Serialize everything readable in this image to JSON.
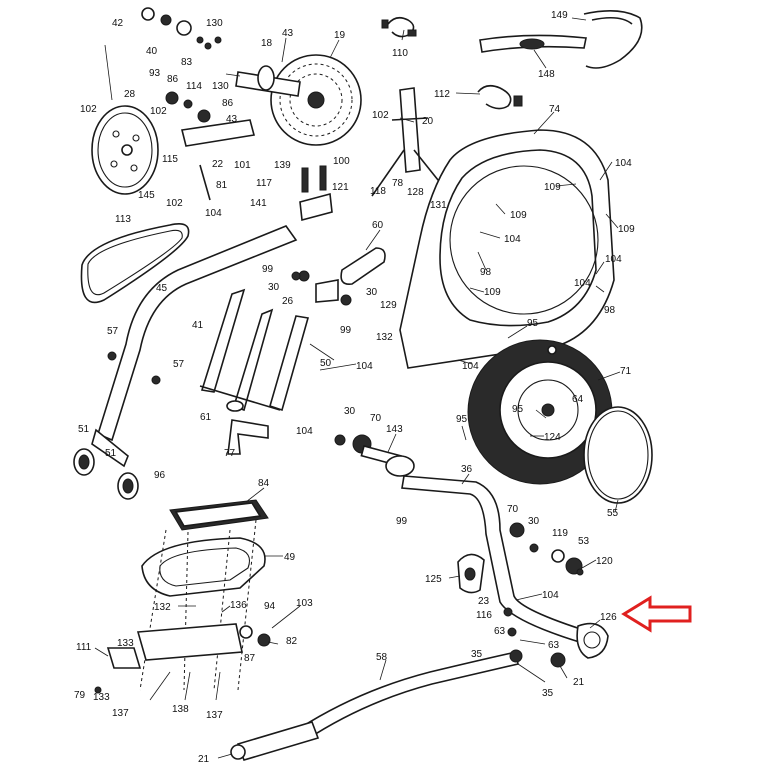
{
  "diagram": {
    "highlight_color": "#e0201f",
    "line_color": "#1a1a1a",
    "highlighted_part": "126",
    "labels": [
      {
        "id": "l42",
        "text": "42"
      },
      {
        "id": "l40",
        "text": "40"
      },
      {
        "id": "l130a",
        "text": "130"
      },
      {
        "id": "l83",
        "text": "83"
      },
      {
        "id": "l18",
        "text": "18"
      },
      {
        "id": "l43a",
        "text": "43"
      },
      {
        "id": "l19",
        "text": "19"
      },
      {
        "id": "l110",
        "text": "110"
      },
      {
        "id": "l149",
        "text": "149"
      },
      {
        "id": "l148",
        "text": "148"
      },
      {
        "id": "l93",
        "text": "93"
      },
      {
        "id": "l86a",
        "text": "86"
      },
      {
        "id": "l114",
        "text": "114"
      },
      {
        "id": "l130b",
        "text": "130"
      },
      {
        "id": "l102a",
        "text": "102"
      },
      {
        "id": "l28",
        "text": "28"
      },
      {
        "id": "l102b",
        "text": "102"
      },
      {
        "id": "l86b",
        "text": "86"
      },
      {
        "id": "l43b",
        "text": "43"
      },
      {
        "id": "l112",
        "text": "112"
      },
      {
        "id": "l74",
        "text": "74"
      },
      {
        "id": "l102c",
        "text": "102"
      },
      {
        "id": "l20",
        "text": "20"
      },
      {
        "id": "l115",
        "text": "115"
      },
      {
        "id": "l22",
        "text": "22"
      },
      {
        "id": "l101",
        "text": "101"
      },
      {
        "id": "l100",
        "text": "100"
      },
      {
        "id": "l104a",
        "text": "104"
      },
      {
        "id": "l145",
        "text": "145"
      },
      {
        "id": "l81",
        "text": "81"
      },
      {
        "id": "l139",
        "text": "139"
      },
      {
        "id": "l117",
        "text": "117"
      },
      {
        "id": "l102d",
        "text": "102"
      },
      {
        "id": "l121",
        "text": "121"
      },
      {
        "id": "l118",
        "text": "118"
      },
      {
        "id": "l78",
        "text": "78"
      },
      {
        "id": "l128",
        "text": "128"
      },
      {
        "id": "l109a",
        "text": "109"
      },
      {
        "id": "l104b",
        "text": "104"
      },
      {
        "id": "l141",
        "text": "141"
      },
      {
        "id": "l131",
        "text": "131"
      },
      {
        "id": "l109b",
        "text": "109"
      },
      {
        "id": "l109c",
        "text": "109"
      },
      {
        "id": "l113",
        "text": "113"
      },
      {
        "id": "l60",
        "text": "60"
      },
      {
        "id": "l104c",
        "text": "104"
      },
      {
        "id": "l99a",
        "text": "99"
      },
      {
        "id": "l98a",
        "text": "98"
      },
      {
        "id": "l104d",
        "text": "104"
      },
      {
        "id": "l30a",
        "text": "30"
      },
      {
        "id": "l30b",
        "text": "30"
      },
      {
        "id": "l45",
        "text": "45"
      },
      {
        "id": "l26",
        "text": "26"
      },
      {
        "id": "l109d",
        "text": "109"
      },
      {
        "id": "l104e",
        "text": "104"
      },
      {
        "id": "l129",
        "text": "129"
      },
      {
        "id": "l98b",
        "text": "98"
      },
      {
        "id": "l99b",
        "text": "99"
      },
      {
        "id": "l41",
        "text": "41"
      },
      {
        "id": "l132a",
        "text": "132"
      },
      {
        "id": "l95a",
        "text": "95"
      },
      {
        "id": "l57a",
        "text": "57"
      },
      {
        "id": "l50",
        "text": "50"
      },
      {
        "id": "l104f",
        "text": "104"
      },
      {
        "id": "l104g",
        "text": "104"
      },
      {
        "id": "l57b",
        "text": "57"
      },
      {
        "id": "l71",
        "text": "71"
      },
      {
        "id": "l95b",
        "text": "95"
      },
      {
        "id": "l64",
        "text": "64"
      },
      {
        "id": "l30c",
        "text": "30"
      },
      {
        "id": "l61",
        "text": "61"
      },
      {
        "id": "l70a",
        "text": "70"
      },
      {
        "id": "l104h",
        "text": "104"
      },
      {
        "id": "l95c",
        "text": "95"
      },
      {
        "id": "l124",
        "text": "124"
      },
      {
        "id": "l143",
        "text": "143"
      },
      {
        "id": "l51a",
        "text": "51"
      },
      {
        "id": "l77",
        "text": "77"
      },
      {
        "id": "l51b",
        "text": "51"
      },
      {
        "id": "l96",
        "text": "96"
      },
      {
        "id": "l36",
        "text": "36"
      },
      {
        "id": "l84",
        "text": "84"
      },
      {
        "id": "l55",
        "text": "55"
      },
      {
        "id": "l99c",
        "text": "99"
      },
      {
        "id": "l70b",
        "text": "70"
      },
      {
        "id": "l30d",
        "text": "30"
      },
      {
        "id": "l119",
        "text": "119"
      },
      {
        "id": "l53",
        "text": "53"
      },
      {
        "id": "l49",
        "text": "49"
      },
      {
        "id": "l120",
        "text": "120"
      },
      {
        "id": "l125",
        "text": "125"
      },
      {
        "id": "l104i",
        "text": "104"
      },
      {
        "id": "l132b",
        "text": "132"
      },
      {
        "id": "l136",
        "text": "136"
      },
      {
        "id": "l94",
        "text": "94"
      },
      {
        "id": "l103",
        "text": "103"
      },
      {
        "id": "l23",
        "text": "23"
      },
      {
        "id": "l126",
        "text": "126"
      },
      {
        "id": "l116",
        "text": "116"
      },
      {
        "id": "l111",
        "text": "111"
      },
      {
        "id": "l133a",
        "text": "133"
      },
      {
        "id": "l82",
        "text": "82"
      },
      {
        "id": "l63a",
        "text": "63"
      },
      {
        "id": "l63b",
        "text": "63"
      },
      {
        "id": "l87",
        "text": "87"
      },
      {
        "id": "l58",
        "text": "58"
      },
      {
        "id": "l35a",
        "text": "35"
      },
      {
        "id": "l21a",
        "text": "21"
      },
      {
        "id": "l79",
        "text": "79"
      },
      {
        "id": "l133b",
        "text": "133"
      },
      {
        "id": "l35b",
        "text": "35"
      },
      {
        "id": "l137a",
        "text": "137"
      },
      {
        "id": "l138",
        "text": "138"
      },
      {
        "id": "l137b",
        "text": "137"
      },
      {
        "id": "l21b",
        "text": "21"
      }
    ]
  }
}
